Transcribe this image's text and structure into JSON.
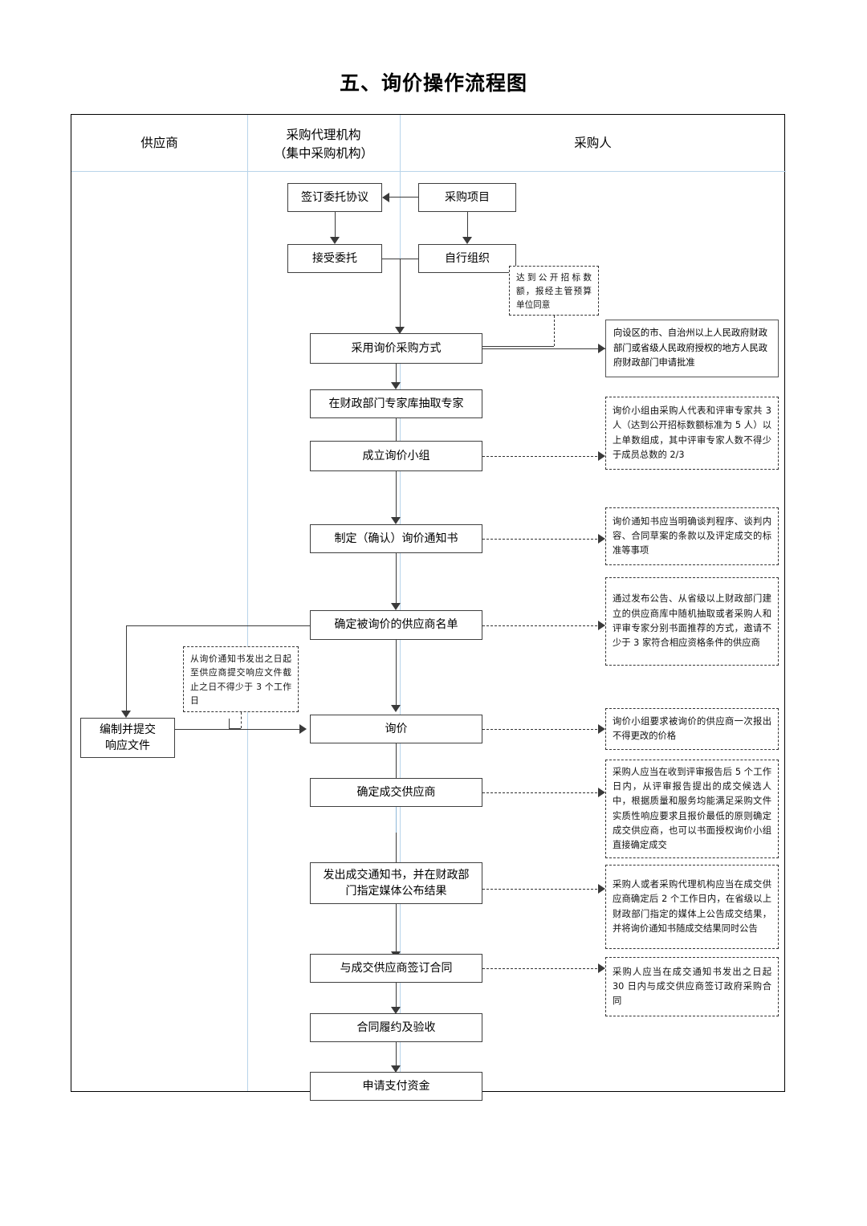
{
  "title": "五、询价操作流程图",
  "lanes": [
    {
      "id": "supplier",
      "label": "供应商",
      "label2": ""
    },
    {
      "id": "agency",
      "label": "采购代理机构",
      "label2": "（集中采购机构）"
    },
    {
      "id": "purchaser",
      "label": "采购人",
      "label2": ""
    }
  ],
  "nodes": {
    "sign_agreement": "签订委托协议",
    "procurement_project": "采购项目",
    "accept_entrust": "接受委托",
    "self_organize": "自行组织",
    "adopt_inquiry": "采用询价采购方式",
    "draw_experts": "在财政部门专家库抽取专家",
    "form_group": "成立询价小组",
    "make_notice": "制定（确认）询价通知书",
    "determine_list": "确定被询价的供应商名单",
    "prepare_response": "编制并提交\n响应文件",
    "prepare_response_l1": "编制并提交",
    "prepare_response_l2": "响应文件",
    "inquiry": "询价",
    "determine_winner": "确定成交供应商",
    "issue_notice_l1": "发出成交通知书，并在财政部",
    "issue_notice_l2": "门指定媒体公布结果",
    "sign_contract": "与成交供应商签订合同",
    "perform_accept": "合同履约及验收",
    "apply_payment": "申请支付资金"
  },
  "notes": {
    "public_bidding_amount": "达到公开招标数额，报经主管预算单位同意",
    "apply_approval": "向设区的市、自治州以上人民政府财政部门或省级人民政府授权的地方人民政府财政部门申请批准",
    "group_composition": "询价小组由采购人代表和评审专家共 3 人（达到公开招标数额标准为 5 人）以上单数组成，其中评审专家人数不得少于成员总数的 2/3",
    "notice_content": "询价通知书应当明确谈判程序、谈判内容、合同草案的条款以及评定成交的标准等事项",
    "invite_suppliers": "通过发布公告、从省级以上财政部门建立的供应商库中随机抽取或者采购人和评审专家分别书面推荐的方式，邀请不少于 3 家符合相应资格条件的供应商",
    "response_deadline": "从询价通知书发出之日起至供应商提交响应文件截止之日不得少于 3 个工作日",
    "one_time_quote": "询价小组要求被询价的供应商一次报出不得更改的价格",
    "winner_determination": "采购人应当在收到评审报告后 5 个工作日内，从评审报告提出的成交候选人中，根据质量和服务均能满足采购文件实质性响应要求且报价最低的原则确定成交供应商，也可以书面授权询价小组直接确定成交",
    "announce_result": "采购人或者采购代理机构应当在成交供应商确定后 2 个工作日内，在省级以上财政部门指定的媒体上公告成交结果，并将询价通知书随成交结果同时公告",
    "contract_deadline": "采购人应当在成交通知书发出之日起 30 日内与成交供应商签订政府采购合同"
  },
  "colors": {
    "lane_divider": "#b8d4ea",
    "box_border": "#3f3f3f",
    "note_border": "#333333",
    "connector": "#3a3a3a"
  }
}
